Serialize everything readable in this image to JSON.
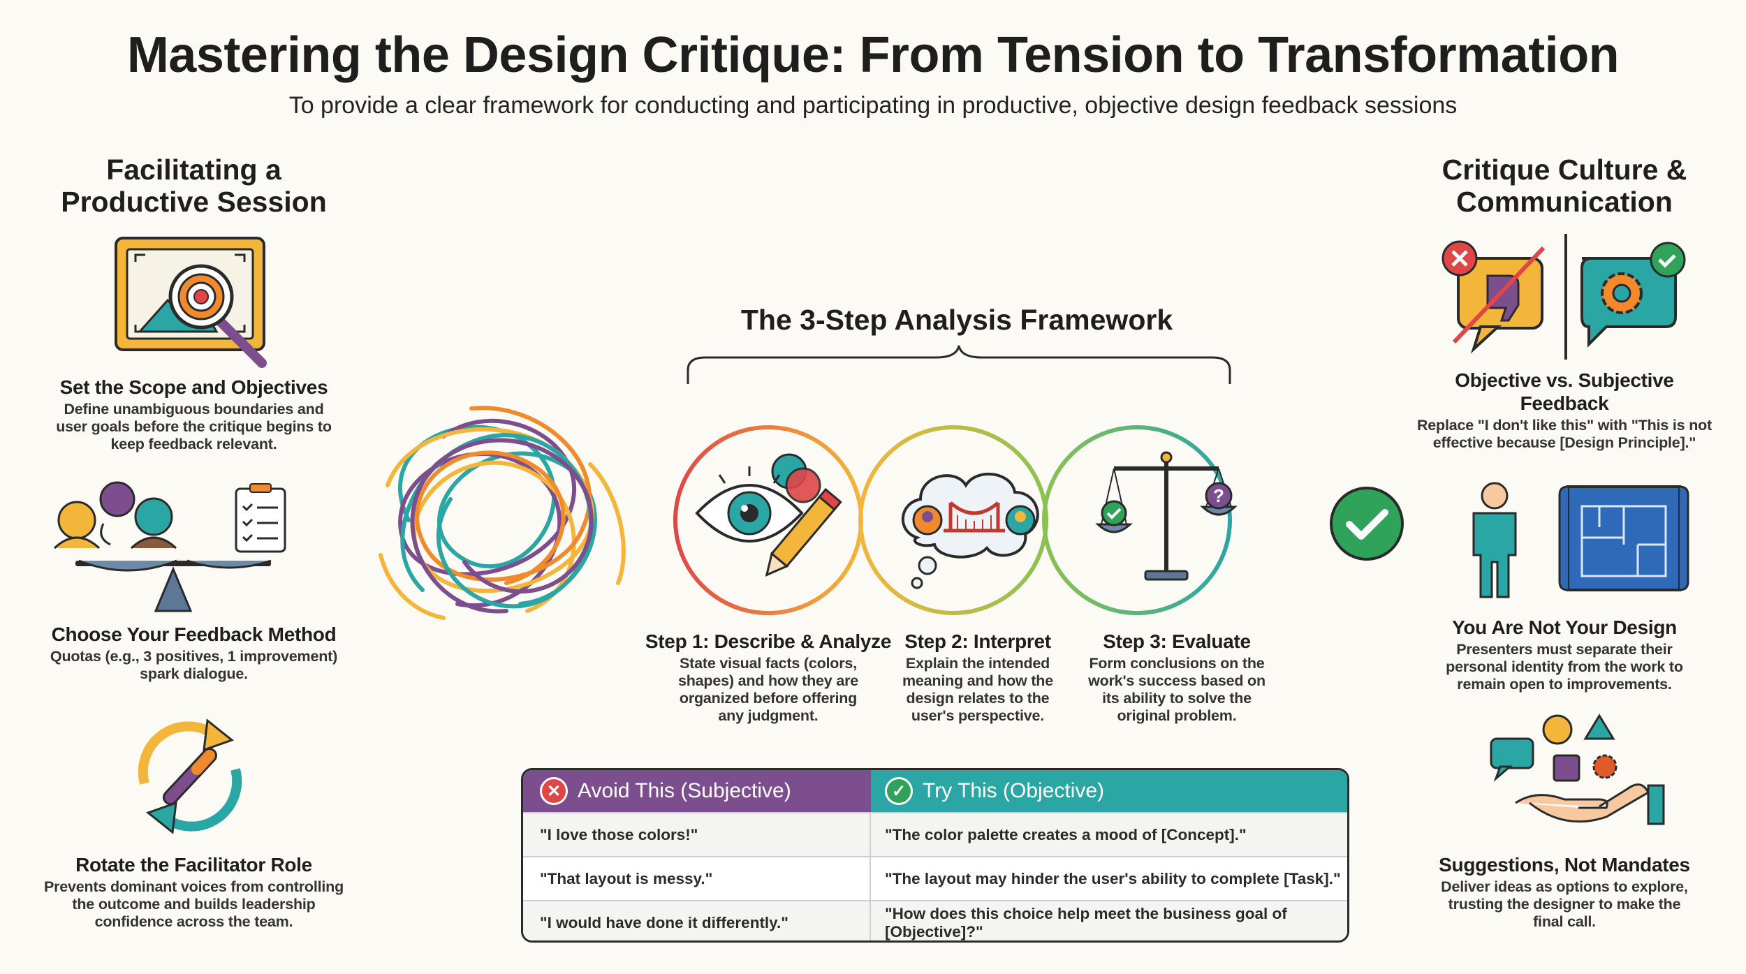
{
  "title": "Mastering the Design Critique: From Tension to Transformation",
  "subtitle": "To provide a clear framework for conducting and participating in productive, objective design feedback sessions",
  "left": {
    "heading": "Facilitating a Productive Session",
    "items": [
      {
        "title": "Set the Scope and Objectives",
        "desc": "Define unambiguous boundaries and user goals before the critique begins to keep feedback relevant.",
        "icon": "target-magnifier-icon"
      },
      {
        "title": "Choose Your Feedback Method",
        "desc": "Quotas (e.g., 3 positives, 1 improvement) spark dialogue.",
        "icon": "balance-people-checklist-icon"
      },
      {
        "title": "Rotate the Facilitator Role",
        "desc": "Prevents dominant voices from controlling the outcome and builds leadership confidence across the team.",
        "icon": "rotate-baton-icon"
      }
    ]
  },
  "framework": {
    "heading": "The 3-Step Analysis Framework",
    "steps": [
      {
        "title": "Step 1: Describe & Analyze",
        "desc": "State visual facts (colors, shapes) and how they are organized before offering any judgment.",
        "icon": "eye-pencil-icon"
      },
      {
        "title": "Step 2: Interpret",
        "desc": "Explain the intended meaning and how the design relates to the user's perspective.",
        "icon": "thought-bridge-icon"
      },
      {
        "title": "Step 3: Evaluate",
        "desc": "Form conclusions on the work's success based on its ability to solve the original problem.",
        "icon": "scales-icon"
      }
    ]
  },
  "right": {
    "heading": "Critique Culture & Communication",
    "items": [
      {
        "title": "Objective vs. Subjective Feedback",
        "desc": "Replace \"I don't like this\" with \"This is not effective because [Design Principle].\"",
        "icon": "thumbs-down-gear-icon"
      },
      {
        "title": "You Are Not Your Design",
        "desc": "Presenters must separate their personal identity from the work to remain open to improvements.",
        "icon": "person-blueprint-icon"
      },
      {
        "title": "Suggestions, Not Mandates",
        "desc": "Deliver ideas as options to explore, trusting the designer to make the final call.",
        "icon": "hand-offering-icon"
      }
    ]
  },
  "table": {
    "avoid_header": "Avoid This (Subjective)",
    "try_header": "Try This (Objective)",
    "rows": [
      {
        "avoid": "\"I love those colors!\"",
        "try": "\"The color palette creates a mood of [Concept].\""
      },
      {
        "avoid": "\"That layout is messy.\"",
        "try": "\"The layout may hinder the user's ability to complete [Task].\""
      },
      {
        "avoid": "\"I would have done it differently.\"",
        "try": "\"How does this choice help meet the business goal of [Objective]?\""
      }
    ]
  },
  "colors": {
    "purple": "#7d4e8e",
    "teal": "#2aa6a4",
    "orange": "#f08a2c",
    "yellow": "#f3b63a",
    "red": "#e04646",
    "green": "#2fa35a"
  }
}
